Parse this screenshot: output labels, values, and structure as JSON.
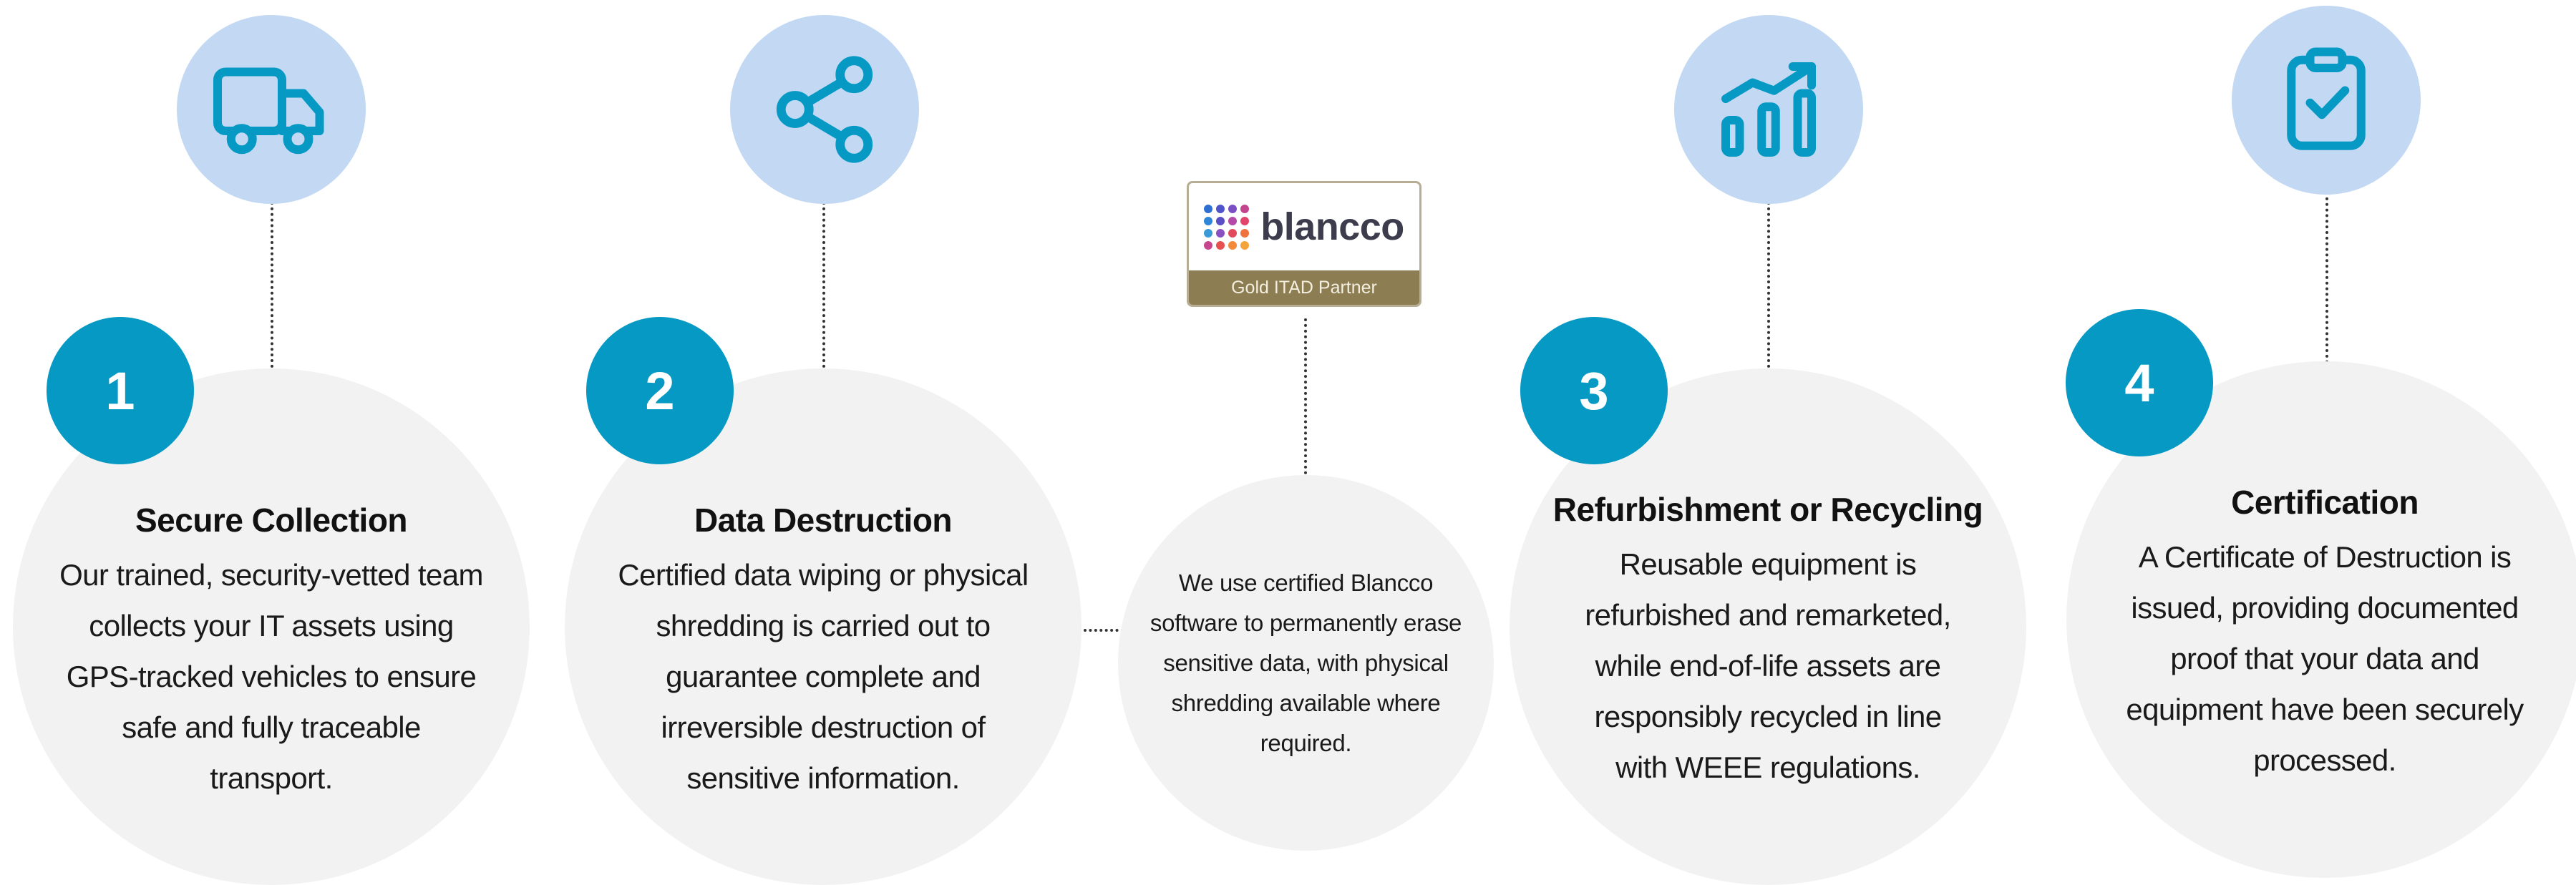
{
  "steps": [
    {
      "number": "1",
      "title": "Secure Collection",
      "description": "Our trained, security-vetted team collects your IT assets using GPS-tracked vehicles to ensure safe and fully traceable transport.",
      "icon": "truck-icon"
    },
    {
      "number": "2",
      "title": "Data Destruction",
      "description": "Certified data wiping or physical shredding is carried out to guarantee complete and irreversible destruction of sensitive information.",
      "icon": "share-icon"
    },
    {
      "number": "3",
      "title": "Refurbishment or Recycling",
      "description": "Reusable equipment is refurbished and remarketed, while end-of-life assets are responsibly recycled in line with WEEE regulations.",
      "icon": "growth-chart-icon"
    },
    {
      "number": "4",
      "title": "Certification",
      "description": "A Certificate of Destruction is issued, providing documented proof that your data and equipment have been securely processed.",
      "icon": "clipboard-check-icon"
    }
  ],
  "partner": {
    "logo_text": "blancco",
    "badge_label": "Gold ITAD Partner",
    "description": "We use certified Blancco software to permanently erase sensitive data, with physical shredding available where required."
  },
  "colors": {
    "icon_circle": "#c2d8f3",
    "icon_stroke": "#0599c3",
    "number_badge": "#0599c3",
    "step_circle": "#f2f2f2",
    "badge_gold": "#8c7e52"
  }
}
